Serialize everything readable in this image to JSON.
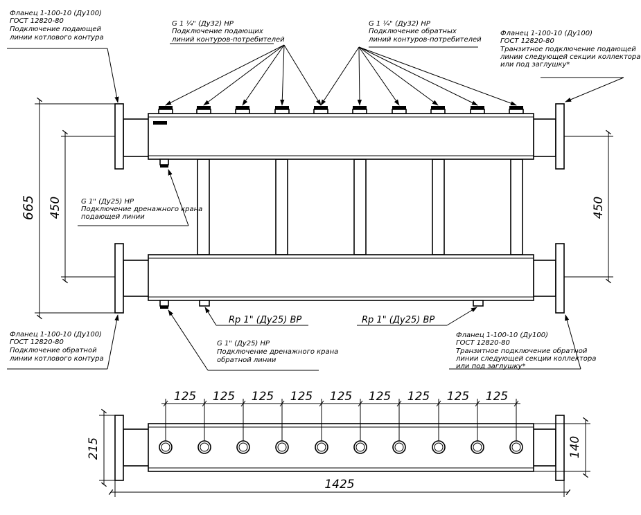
{
  "annotations": {
    "supply_flange": [
      "Фланец 1-100-10 (Ду100)",
      "ГОСТ 12820-80",
      "Подключение подающей",
      "линии котлового контура"
    ],
    "supply_branches": [
      "G 1 ¼\" (Ду32) НР",
      "Подключение подающих",
      "линий контуров-потребителей"
    ],
    "return_branches": [
      "G 1 ¼\" (Ду32) НР",
      "Подключение обратных",
      "линий контуров-потребителей"
    ],
    "transit_supply": [
      "Фланец 1-100-10 (Ду100)",
      "ГОСТ 12820-80",
      "Транзитное подключение подающей",
      "линии следующей секции коллектора",
      "или под заглушку*"
    ],
    "drain_supply": [
      "G 1\" (Ду25) НР",
      "Подключение дренажного крана",
      "подающей линии"
    ],
    "return_flange": [
      "Фланец 1-100-10 (Ду100)",
      "ГОСТ 12820-80",
      "Подключение обратной",
      "линии котлового контура"
    ],
    "drain_return": [
      "G 1\" (Ду25) НР",
      "Подключение дренажного крана",
      "обратной линии"
    ],
    "transit_return": [
      "Фланец 1-100-10 (Ду100)",
      "ГОСТ 12820-80",
      "Транзитное подключение обратной",
      "линии следующей секции коллектора",
      "или под заглушку*"
    ],
    "rp_left": "Rp 1\" (Ду25) ВР",
    "rp_right": "Rp 1\" (Ду25) ВР"
  },
  "dimensions": {
    "overall_height": "665",
    "axis_left": "450",
    "axis_right": "450",
    "pitch": "125",
    "pitch_count": 9,
    "flange_size": "215",
    "pipe_size": "140",
    "overall_length": "1425"
  }
}
